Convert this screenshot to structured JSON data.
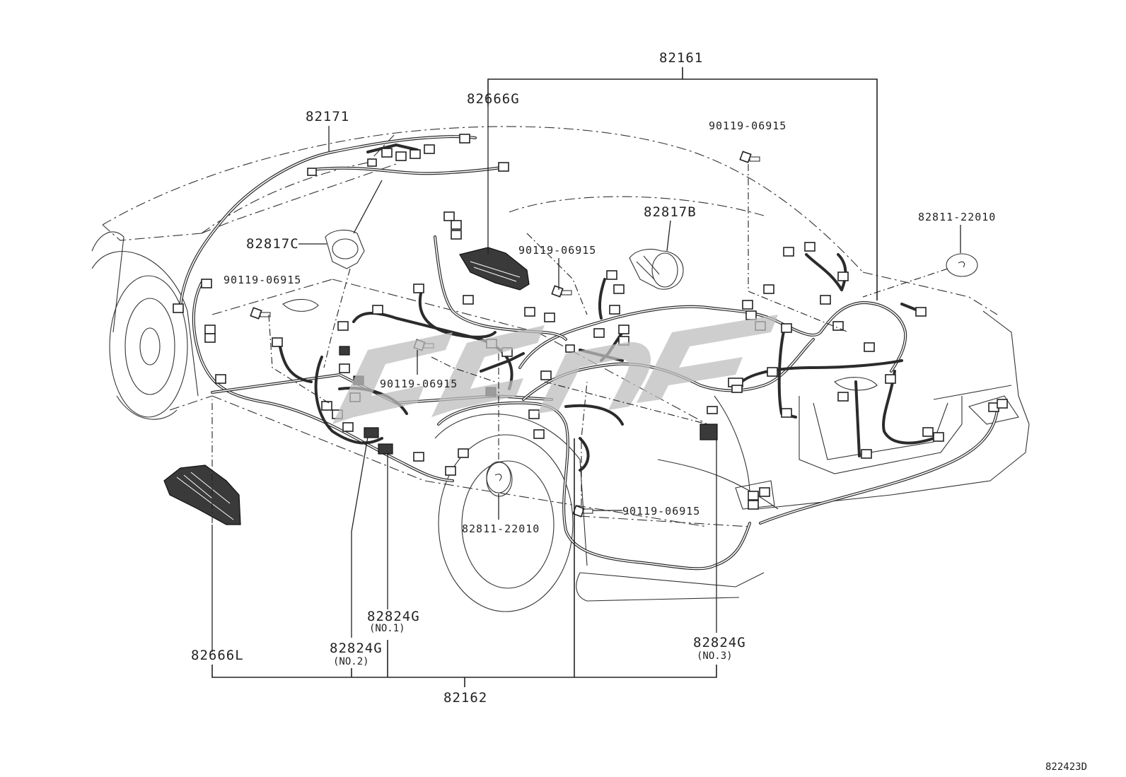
{
  "diagram": {
    "labels": {
      "l82161": "82161",
      "l82666G": "82666G",
      "l82171": "82171",
      "l90119_top": "90119-06915",
      "l82817B": "82817B",
      "l82811_right": "82811-22010",
      "l82817C": "82817C",
      "l90119_center": "90119-06915",
      "l90119_left": "90119-06915",
      "l90119_mid": "90119-06915",
      "l82811_wheel": "82811-22010",
      "l90119_lower": "90119-06915",
      "l82824G_1": "82824G",
      "l82824G_1_sub": "(NO.1)",
      "l82824G_2": "82824G",
      "l82824G_2_sub": "(NO.2)",
      "l82824G_3": "82824G",
      "l82824G_3_sub": "(NO.3)",
      "l82666L": "82666L",
      "l82162": "82162",
      "diagram_code": "822423D"
    }
  }
}
